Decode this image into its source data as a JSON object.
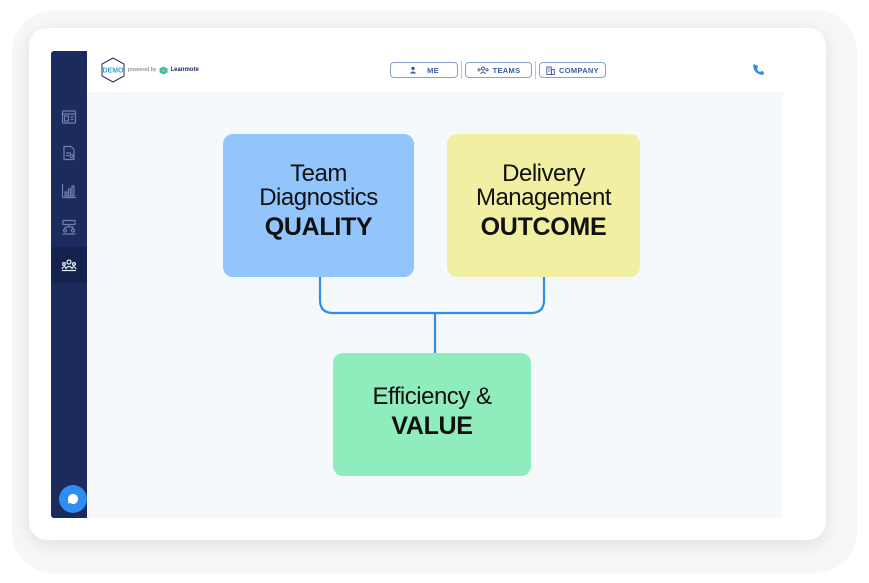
{
  "header": {
    "logo_text": "DEMO",
    "powered_by": "powered by",
    "brand": "Leanmote",
    "nav": [
      {
        "label": "ME",
        "icon": "user-icon"
      },
      {
        "label": "TEAMS",
        "icon": "team-icon"
      },
      {
        "label": "COMPANY",
        "icon": "building-icon"
      }
    ],
    "phone_icon": "phone-icon"
  },
  "sidebar": {
    "items": [
      {
        "icon": "dashboard-icon"
      },
      {
        "icon": "document-icon"
      },
      {
        "icon": "bar-chart-icon"
      },
      {
        "icon": "org-chart-icon"
      },
      {
        "icon": "people-icon",
        "active": true
      }
    ],
    "chat_icon": "chat-icon"
  },
  "diagram": {
    "box1": {
      "line1": "Team",
      "line2": "Diagnostics",
      "bold": "QUALITY"
    },
    "box2": {
      "line1": "Delivery",
      "line2": "Management",
      "bold": "OUTCOME"
    },
    "box3": {
      "line1": "Efficiency &",
      "bold": "VALUE"
    }
  },
  "colors": {
    "sidebar": "#1b2b5e",
    "accent": "#2f8cf0",
    "box1": "#91c5fb",
    "box2": "#f1efa2",
    "box3": "#8fedbd"
  }
}
